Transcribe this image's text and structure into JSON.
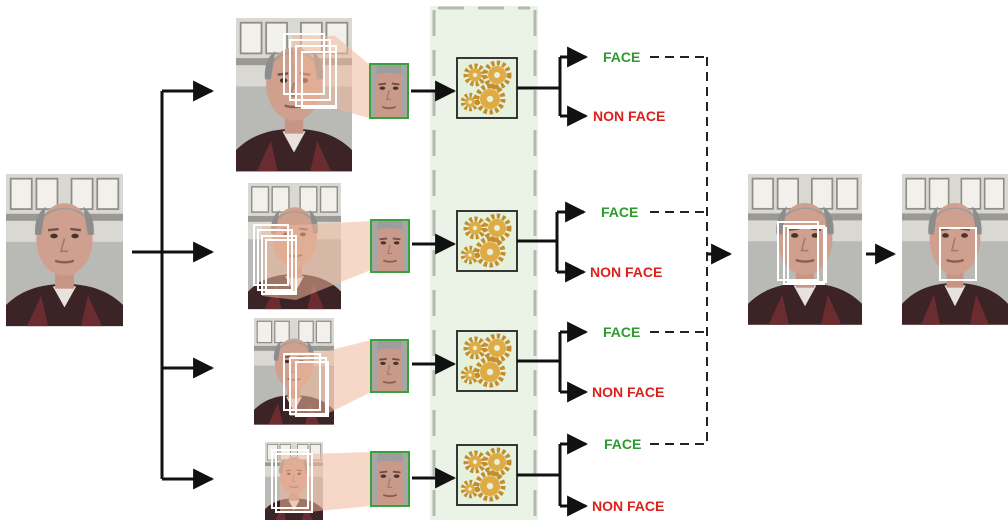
{
  "labels": {
    "face": "FACE",
    "non_face": "NON FACE"
  },
  "colors": {
    "face_text": "#2e9a2e",
    "non_face_text": "#d9211d",
    "classifier_panel": "#e8f2e4",
    "classifier_border": "#222222",
    "crop_border": "#3aa23a",
    "window_projection": "#f0b89a",
    "gear": "#d7a13a",
    "arrow": "#111111"
  },
  "icons": {
    "classifier": "gears-icon",
    "detection_window": "white-rectangle"
  },
  "scales": [
    {
      "face_label": "FACE",
      "non_face_label": "NON FACE"
    },
    {
      "face_label": "FACE",
      "non_face_label": "NON FACE"
    },
    {
      "face_label": "FACE",
      "non_face_label": "NON FACE"
    },
    {
      "face_label": "FACE",
      "non_face_label": "NON FACE"
    }
  ]
}
